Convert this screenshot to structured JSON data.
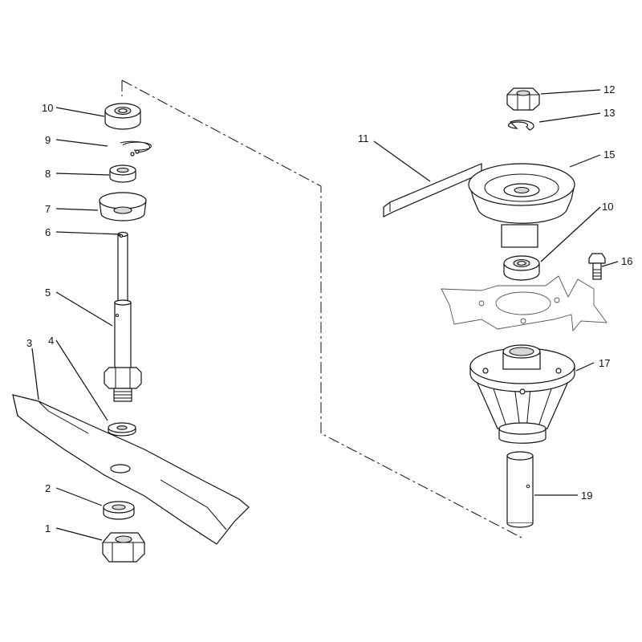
{
  "diagram": {
    "callouts": [
      {
        "id": "c1",
        "text": "1"
      },
      {
        "id": "c2",
        "text": "2"
      },
      {
        "id": "c3",
        "text": "3"
      },
      {
        "id": "c4",
        "text": "4"
      },
      {
        "id": "c5",
        "text": "5"
      },
      {
        "id": "c6",
        "text": "6"
      },
      {
        "id": "c7",
        "text": "7"
      },
      {
        "id": "c8",
        "text": "8"
      },
      {
        "id": "c9",
        "text": "9"
      },
      {
        "id": "c10a",
        "text": "10"
      },
      {
        "id": "c10b",
        "text": "10"
      },
      {
        "id": "c11",
        "text": "11"
      },
      {
        "id": "c12",
        "text": "12"
      },
      {
        "id": "c13",
        "text": "13"
      },
      {
        "id": "c15",
        "text": "15"
      },
      {
        "id": "c16",
        "text": "16"
      },
      {
        "id": "c17",
        "text": "17"
      },
      {
        "id": "c19",
        "text": "19"
      }
    ]
  }
}
